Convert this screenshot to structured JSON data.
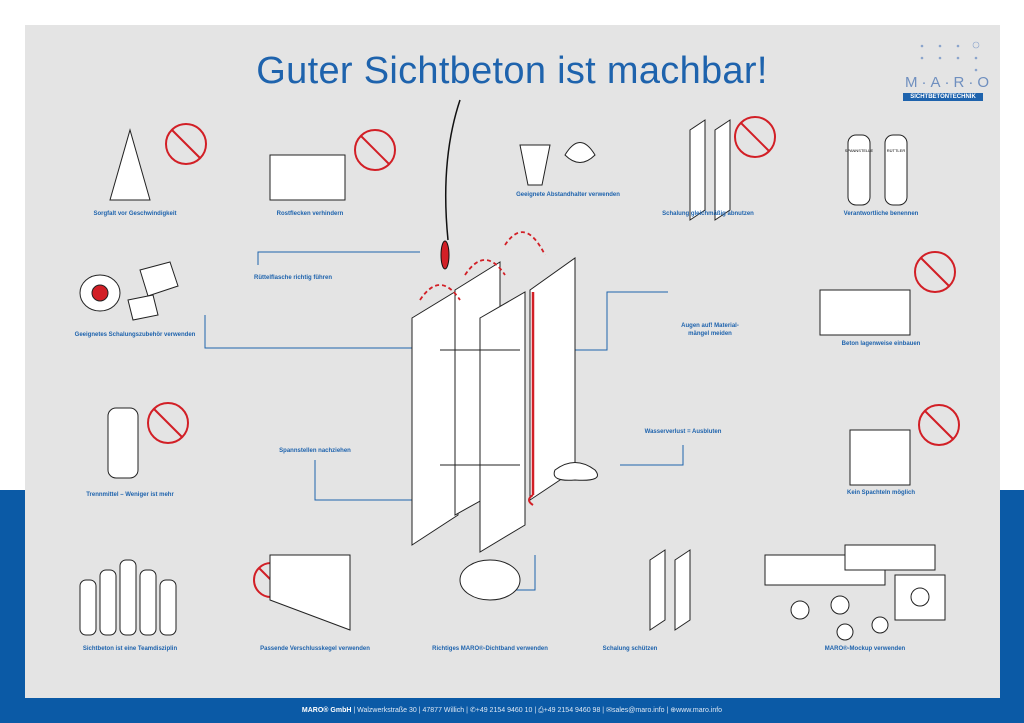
{
  "title": "Guter Sichtbeton ist machbar!",
  "logo": {
    "brand": "M·A·R·O",
    "sub": "SICHTBETONTECHNIK"
  },
  "tips": [
    "Sorgfalt vor Geschwindigkeit",
    "Rostflecken verhindern",
    "Geeignete Abstandhalter verwenden",
    "Schalung gleichmäßig abnutzen",
    "Verantwortliche benennen",
    "Rüttelflasche richtig führen",
    "Geeignetes Schalungszubehör verwenden",
    "Augen auf! Material-",
    "mängel meiden",
    "Beton lagenweise einbauen",
    "Wasserverlust = Ausbluten",
    "Spannstellen nachziehen",
    "Trennmittel – Weniger ist mehr",
    "Kein Spachteln möglich",
    "Sichtbeton ist eine Teamdisziplin",
    "Passende Verschlusskegel verwenden",
    "Richtiges MARO®-Dichtband verwenden",
    "Schalung schützen",
    "MARO®-Mockup verwenden"
  ],
  "worker_labels": [
    "SPANNSTELLE",
    "RÜTTLER"
  ],
  "footer": {
    "company": "MARO® GmbH",
    "address": "Walzwerkstraße 30",
    "city": "47877 Willich",
    "phone": "+49 2154 9460 10",
    "fax": "+49 2154 9460 98",
    "email": "sales@maro.info",
    "web": "www.maro.info"
  },
  "colors": {
    "blue": "#1e63ad",
    "red": "#d21f26",
    "bg": "#e4e4e4"
  }
}
